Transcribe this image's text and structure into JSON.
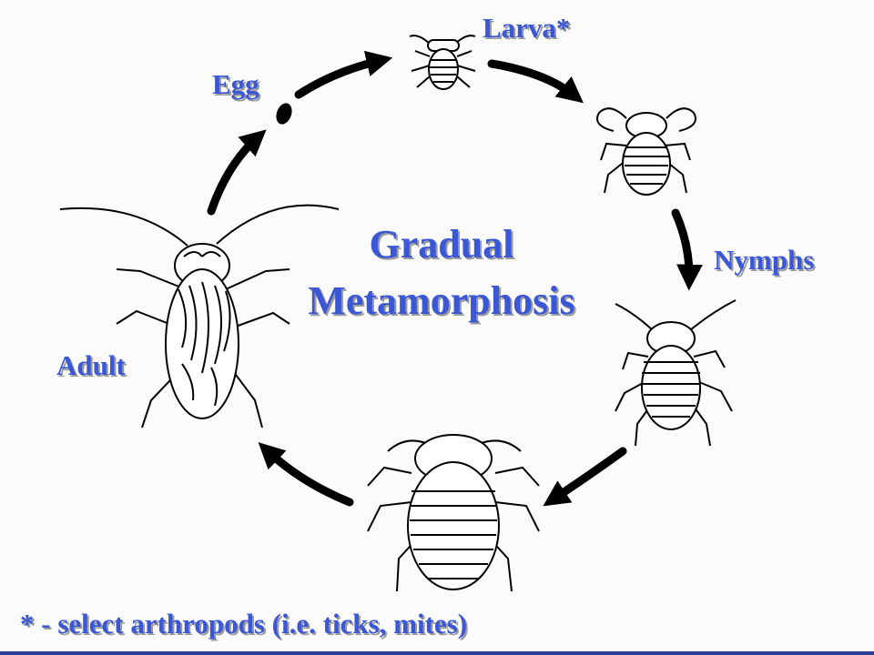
{
  "title": [
    "Gradual",
    "Metamorphosis"
  ],
  "stages": [
    {
      "id": "egg",
      "label": "Egg"
    },
    {
      "id": "larva",
      "label": "Larva*"
    },
    {
      "id": "nymphs",
      "label": "Nymphs"
    },
    {
      "id": "adult",
      "label": "Adult"
    }
  ],
  "footnote": "* - select arthropods (i.e. ticks, mites)",
  "colors": {
    "label": "#3a57d6",
    "shadow": "#9a9a9a",
    "ink": "#000000",
    "rule": "#2c3f9b"
  }
}
